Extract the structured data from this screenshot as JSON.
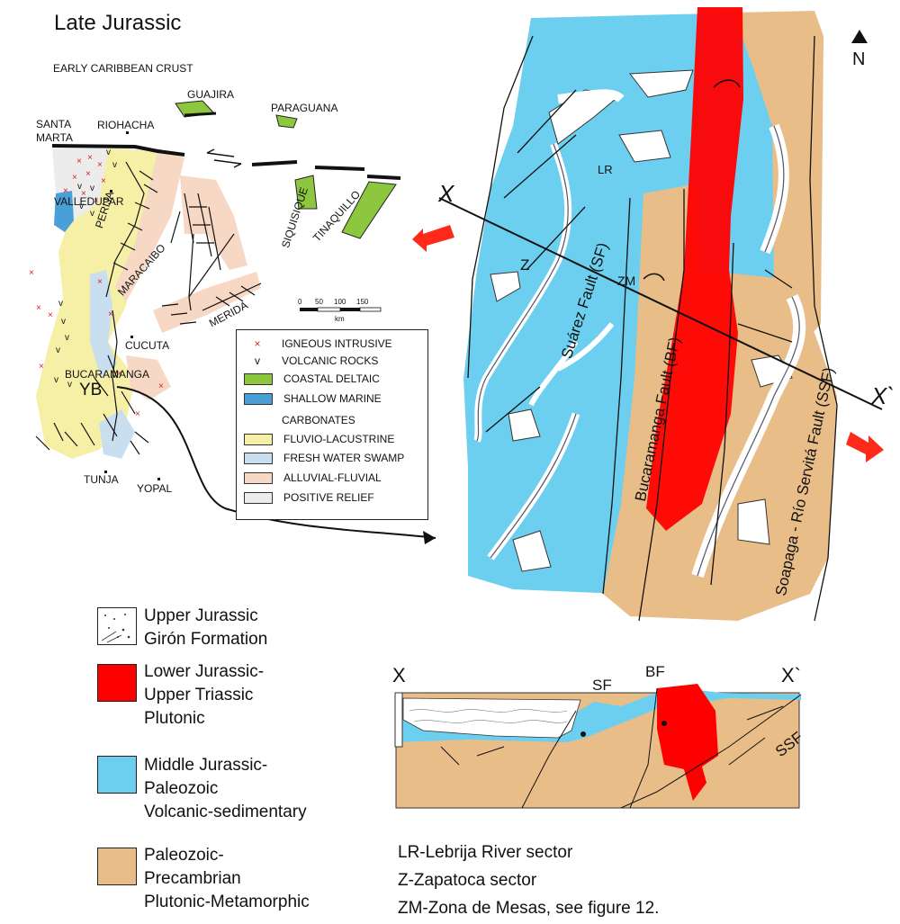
{
  "title": "Late Jurassic",
  "paleomap": {
    "labels": {
      "early_caribbean_crust": "EARLY CARIBBEAN CRUST",
      "guajira": "GUAJIRA",
      "paraguana": "PARAGUANA",
      "santa_marta_1": "SANTA",
      "santa_marta_2": "MARTA",
      "riohacha": "RIOHACHA",
      "valledupar": "VALLEDUPAR",
      "perija": "PERIJA",
      "maracaibo": "MARACAIBO",
      "merida": "MERIDA",
      "siquisique": "SIQUISIQUE",
      "tinaquillo": "TINAQUILLO",
      "cucuta": "CUCUTA",
      "bucaramanga": "BUCARAMANGA",
      "yb": "YB",
      "tunja": "TUNJA",
      "yopal": "YOPAL"
    },
    "scale": {
      "ticks": [
        "0",
        "50",
        "100",
        "150"
      ],
      "unit": "km"
    }
  },
  "small_legend": [
    {
      "symbol": "×",
      "label": "IGNEOUS INTRUSIVE",
      "color": "#d62020"
    },
    {
      "symbol": "v",
      "label": "VOLCANIC ROCKS",
      "color": "#111111"
    },
    {
      "swatch": "#8dc63f",
      "label": "COASTAL DELTAIC"
    },
    {
      "swatch": "#4a9fd8",
      "label": "SHALLOW MARINE"
    },
    {
      "label": "CARBONATES"
    },
    {
      "swatch": "#f6efa6",
      "label": "FLUVIO-LACUSTRINE"
    },
    {
      "swatch": "#c9dff0",
      "label": "FRESH WATER SWAMP"
    },
    {
      "swatch": "#f7d8c4",
      "label": "ALLUVIAL-FLUVIAL"
    },
    {
      "swatch": "#ececec",
      "label": "POSITIVE RELIEF"
    }
  ],
  "detail_map": {
    "north": "N",
    "lr": "LR",
    "z": "Z",
    "zm": "ZM",
    "x_left": "X",
    "x_right": "X`",
    "suarez": "Suárez Fault (SF)",
    "bucaramanga": "Bucaramanga Fault (BF)",
    "soapaga": "Soapaga - Río Servitá Fault (SSF)"
  },
  "main_legend": [
    {
      "color": "#ffffff",
      "lines": [
        "Upper Jurassic",
        "Girón Formation"
      ]
    },
    {
      "color": "#ff0000",
      "lines": [
        "Lower Jurassic-",
        "Upper Triassic",
        "Plutonic"
      ]
    },
    {
      "color": "#6ccfef",
      "lines": [
        "Middle Jurassic-",
        "Paleozoic",
        "Volcanic-sedimentary"
      ]
    },
    {
      "color": "#e9bd87",
      "lines": [
        "Paleozoic-",
        "Precambrian",
        "Plutonic-Metamorphic"
      ]
    }
  ],
  "section": {
    "x_left": "X",
    "x_right": "X`",
    "sf": "SF",
    "bf": "BF",
    "ssf": "SSF"
  },
  "notes": [
    "LR-Lebrija River sector",
    "Z-Zapatoca sector",
    "ZM-Zona de Mesas, see figure 12."
  ]
}
